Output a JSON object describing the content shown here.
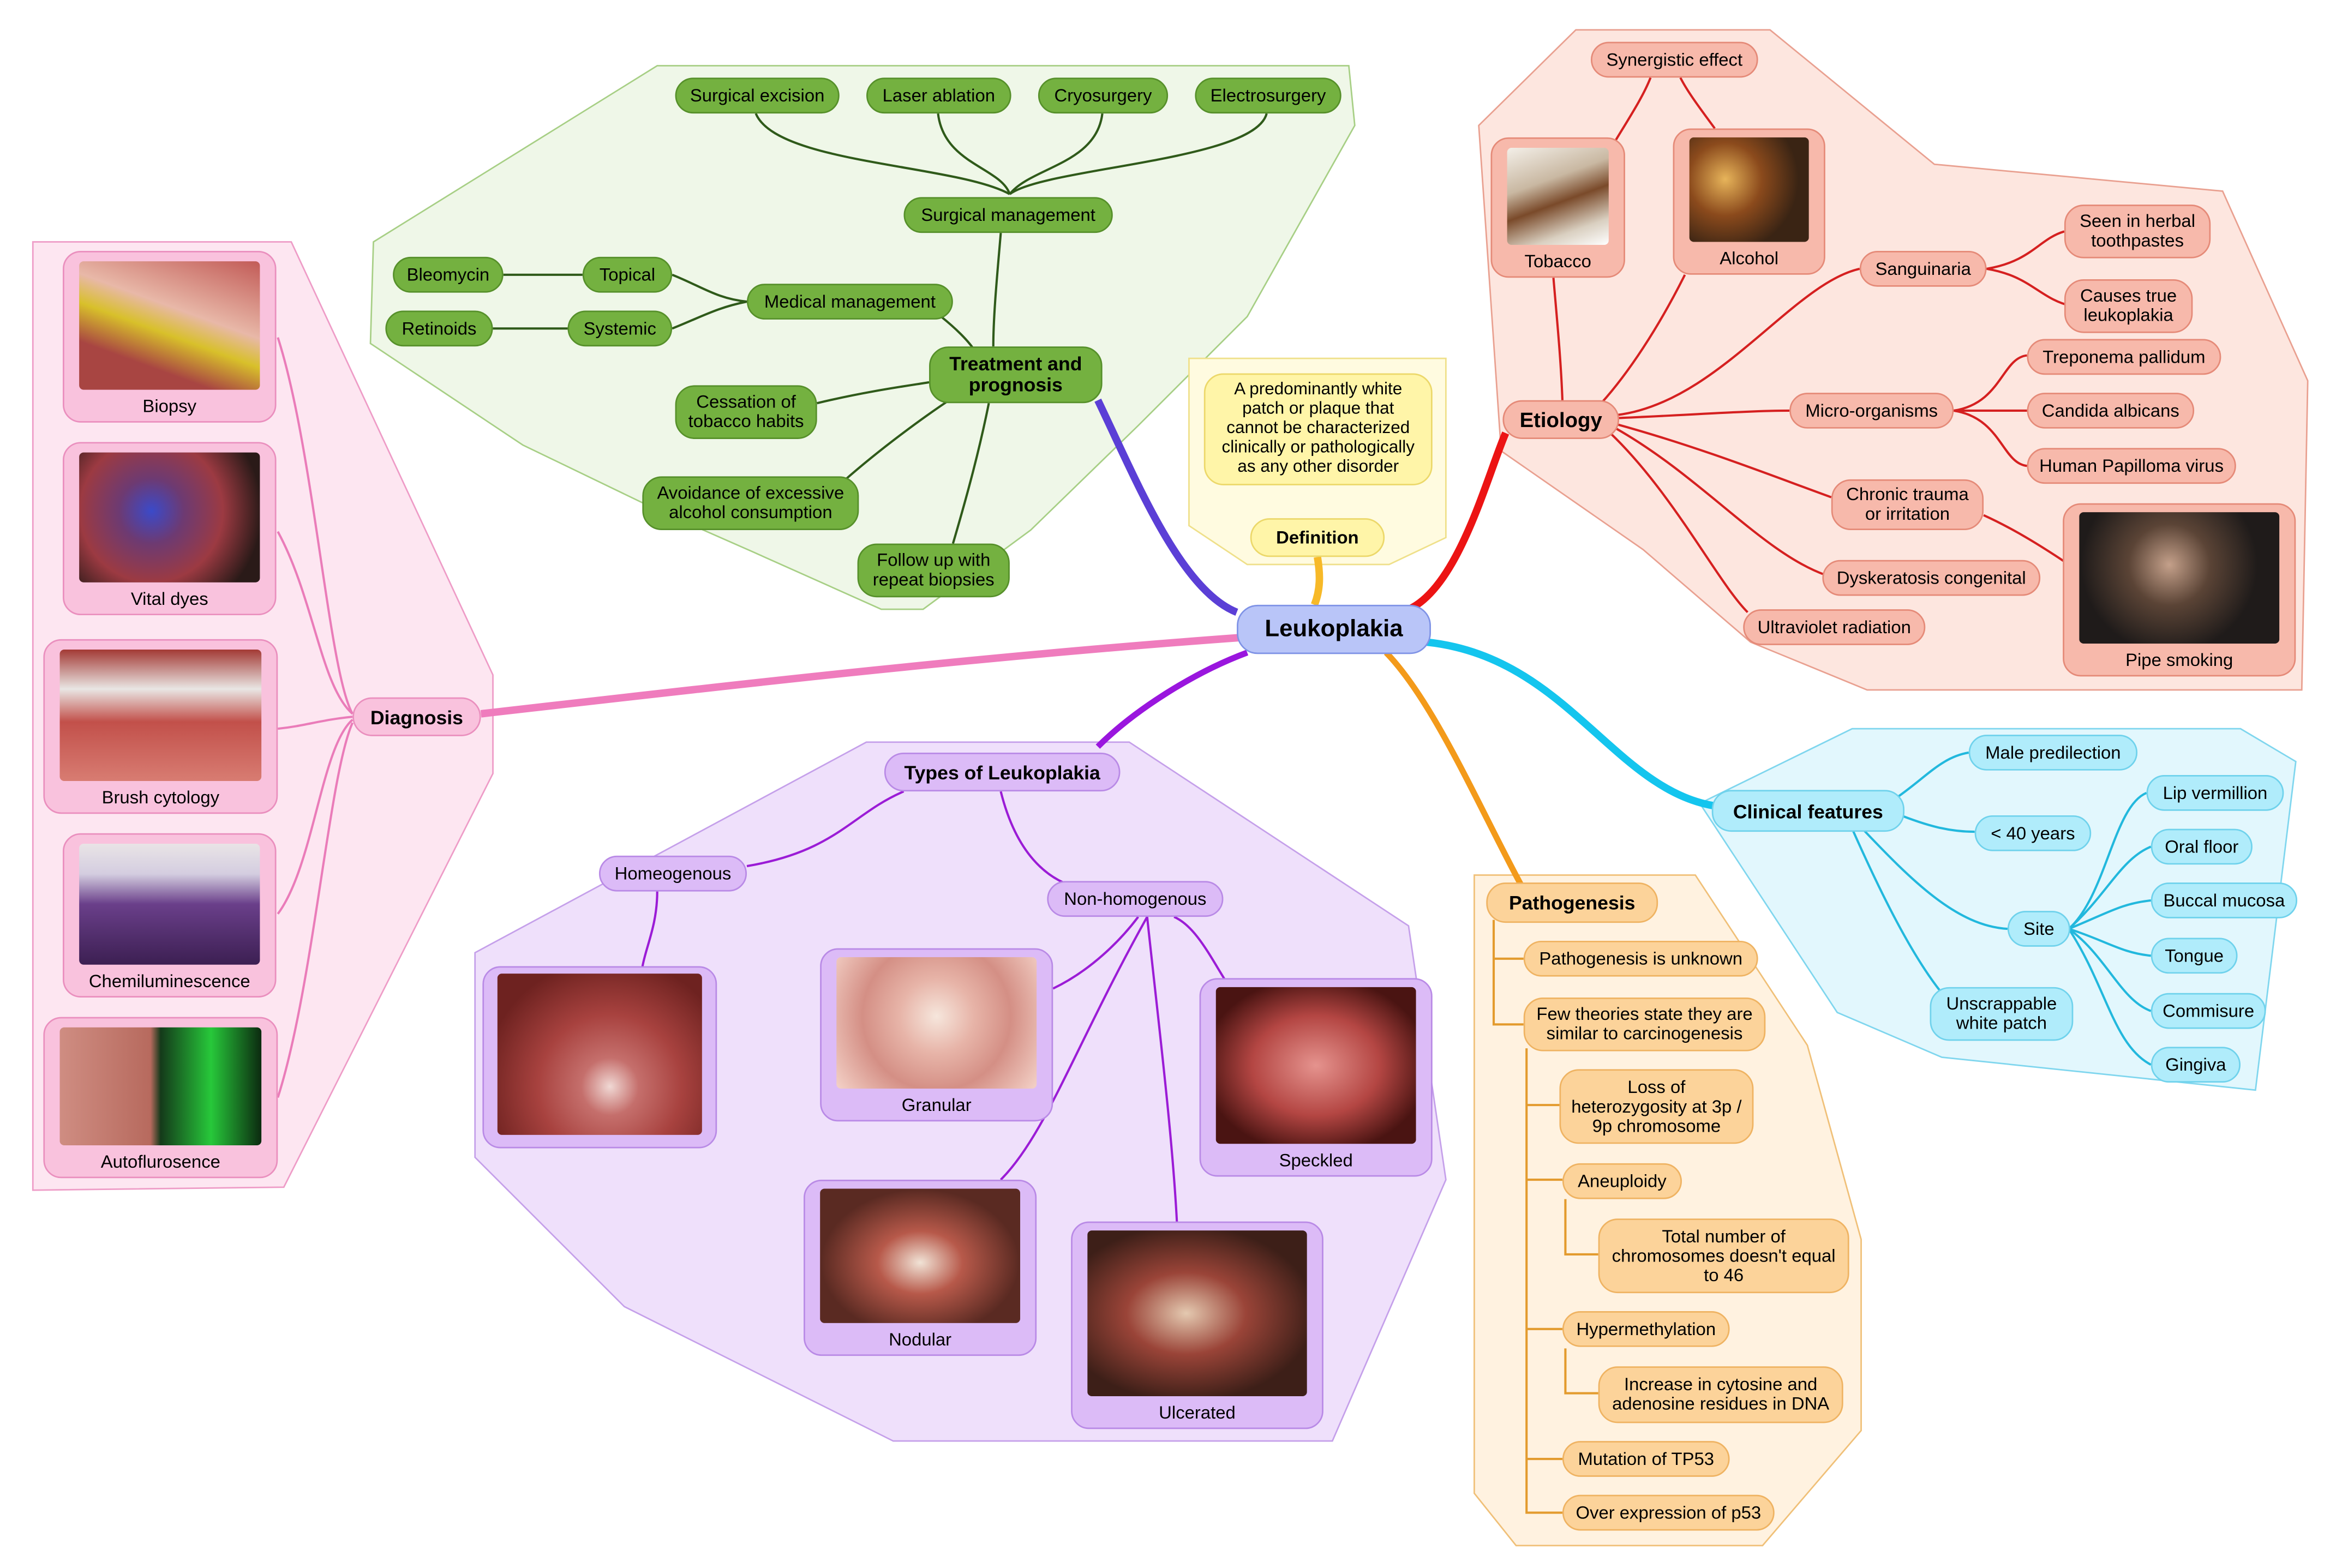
{
  "root": "Leukoplakia",
  "definition": {
    "label": "Definition",
    "text": "A predominantly white patch or plaque that cannot be characterized clinically or pathologically as any other disorder"
  },
  "treatment": {
    "label": "Treatment and prognosis",
    "surgical": "Surgical management",
    "surgical_items": [
      "Surgical excision",
      "Laser ablation",
      "Cryosurgery",
      "Electrosurgery"
    ],
    "medical": "Medical management",
    "topical": "Topical",
    "systemic": "Systemic",
    "bleomycin": "Bleomycin",
    "retinoids": "Retinoids",
    "cessation": "Cessation of tobacco habits",
    "avoidance": "Avoidance of excessive alcohol consumption",
    "followup": "Follow up with repeat biopsies"
  },
  "etiology": {
    "label": "Etiology",
    "synergistic": "Synergistic effect",
    "tobacco": "Tobacco",
    "alcohol": "Alcohol",
    "sanguinaria": "Sanguinaria",
    "herbal": "Seen in herbal toothpastes",
    "true_leuko": "Causes true leukoplakia",
    "microorganisms": "Micro-organisms",
    "micro_items": [
      "Treponema pallidum",
      "Candida albicans",
      "Human Papilloma virus"
    ],
    "trauma": "Chronic trauma or irritation",
    "pipe": "Pipe smoking",
    "dyskeratosis": "Dyskeratosis congenital",
    "uv": "Ultraviolet radiation"
  },
  "clinical": {
    "label": "Clinical features",
    "male": "Male predilection",
    "age": "< 40 years",
    "site": "Site",
    "sites": [
      "Lip vermillion",
      "Oral floor",
      "Buccal mucosa",
      "Tongue",
      "Commisure",
      "Gingiva"
    ],
    "unscrappable": "Unscrappable white patch"
  },
  "pathogenesis": {
    "label": "Pathogenesis",
    "unknown": "Pathogenesis is unknown",
    "theories": "Few theories state they are similar to carcinogenesis",
    "loh": "Loss of heterozygosity at 3p / 9p chromosome",
    "aneuploidy": "Aneuploidy",
    "total": "Total number of chromosomes doesn't equal to 46",
    "hyper": "Hypermethylation",
    "increase": "Increase in cytosine and adenosine residues in DNA",
    "tp53": "Mutation of TP53",
    "p53": "Over expression of p53"
  },
  "types": {
    "label": "Types of Leukoplakia",
    "homogenous": "Homeogenous",
    "nonhomogenous": "Non-homogenous",
    "granular": "Granular",
    "speckled": "Speckled",
    "nodular": "Nodular",
    "ulcerated": "Ulcerated"
  },
  "diagnosis": {
    "label": "Diagnosis",
    "biopsy": "Biopsy",
    "vital": "Vital dyes",
    "brush": "Brush cytology",
    "chemi": "Chemiluminescence",
    "auto": "Autoflurosence"
  },
  "colors": {
    "root": "#b9c5f8",
    "treatment": "#74b140",
    "etiology": "#f7b9ab",
    "clinical": "#b0ecfb",
    "pathogenesis": "#fcd39a",
    "types": "#dcbbf7",
    "diagnosis": "#f9c2dd",
    "definition": "#fff5a8"
  },
  "icons": [
    "photo-tobacco",
    "photo-alcohol",
    "photo-pipe-smoking",
    "photo-oral-lesions"
  ]
}
